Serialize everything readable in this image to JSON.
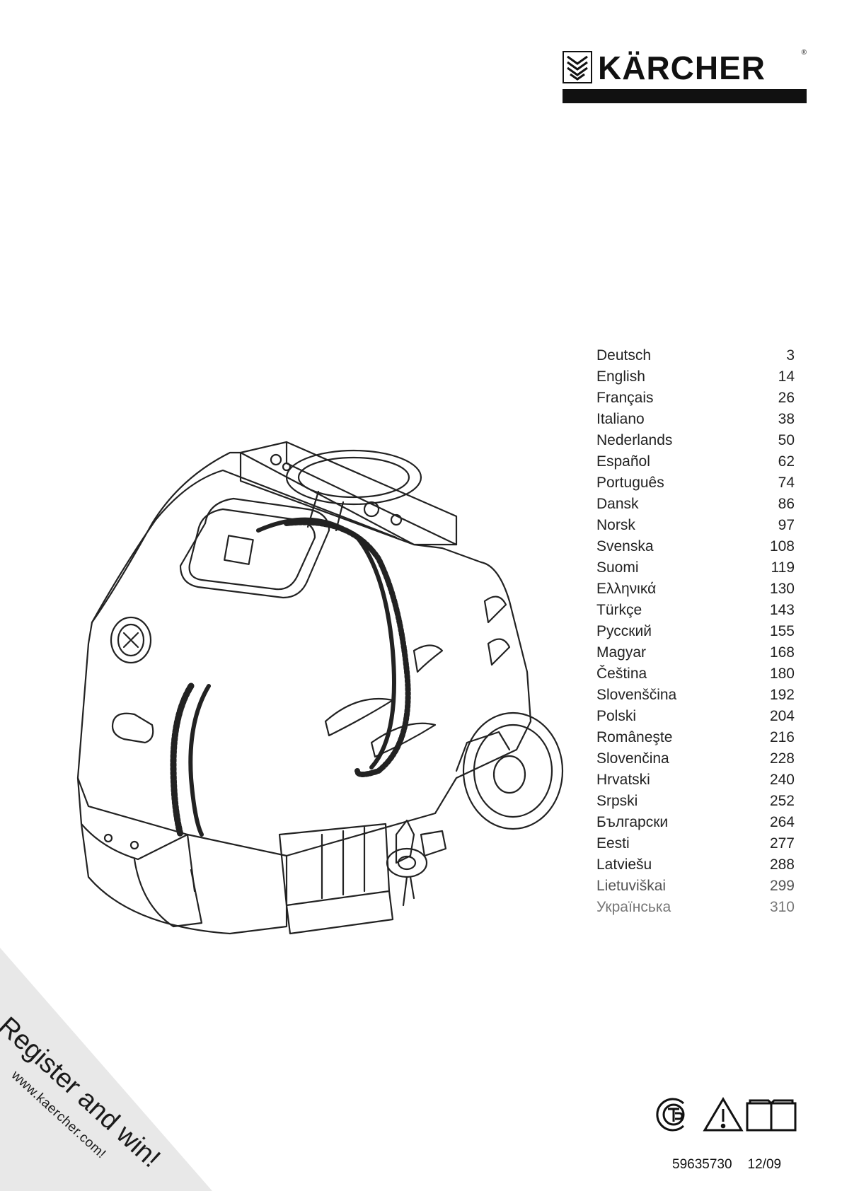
{
  "brand": {
    "name": "KÄRCHER",
    "registered": "®"
  },
  "languages": [
    {
      "name": "Deutsch",
      "page": "3"
    },
    {
      "name": "English",
      "page": "14"
    },
    {
      "name": "Français",
      "page": "26"
    },
    {
      "name": "Italiano",
      "page": "38"
    },
    {
      "name": "Nederlands",
      "page": "50"
    },
    {
      "name": "Español",
      "page": "62"
    },
    {
      "name": "Português",
      "page": "74"
    },
    {
      "name": "Dansk",
      "page": "86"
    },
    {
      "name": "Norsk",
      "page": "97"
    },
    {
      "name": "Svenska",
      "page": "108"
    },
    {
      "name": "Suomi",
      "page": "119"
    },
    {
      "name": "Ελληνικά",
      "page": "130"
    },
    {
      "name": "Türkçe",
      "page": "143"
    },
    {
      "name": "Русский",
      "page": "155"
    },
    {
      "name": "Magyar",
      "page": "168"
    },
    {
      "name": "Čeština",
      "page": "180"
    },
    {
      "name": "Slovenščina",
      "page": "192"
    },
    {
      "name": "Polski",
      "page": "204"
    },
    {
      "name": "Româneşte",
      "page": "216"
    },
    {
      "name": "Slovenčina",
      "page": "228"
    },
    {
      "name": "Hrvatski",
      "page": "240"
    },
    {
      "name": "Srpski",
      "page": "252"
    },
    {
      "name": "Български",
      "page": "264"
    },
    {
      "name": "Eesti",
      "page": "277"
    },
    {
      "name": "Latviešu",
      "page": "288"
    },
    {
      "name": "Lietuviškai",
      "page": "299"
    },
    {
      "name": "Українська",
      "page": "310"
    }
  ],
  "promo": {
    "headline": "Register and win!",
    "url": "www.kaercher.com!"
  },
  "footer": {
    "part_number": "59635730",
    "date": "12/09"
  },
  "icons": [
    "karcher-emblem-icon",
    "gost-certification-icon",
    "warning-triangle-icon",
    "manual-book-icon"
  ]
}
